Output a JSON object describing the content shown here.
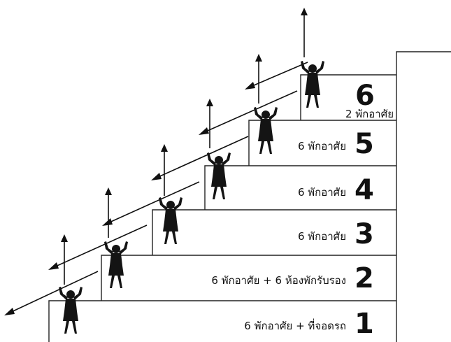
{
  "steps": [
    {
      "number": "1",
      "label": "6 พักอาศัย + ที่จอดรถ"
    },
    {
      "number": "2",
      "label": "6 พักอาศัย + 6 ห้องพักรับรอง"
    },
    {
      "number": "3",
      "label": "6 พักอาศัย"
    },
    {
      "number": "4",
      "label": "6 พักอาศัย"
    },
    {
      "number": "5",
      "label": "6 พักอาศัย"
    },
    {
      "number": "6",
      "label": "2 พักอาศัย"
    }
  ],
  "colors": {
    "line": "#222222",
    "figure": "#141414",
    "background": "#ffffff"
  }
}
